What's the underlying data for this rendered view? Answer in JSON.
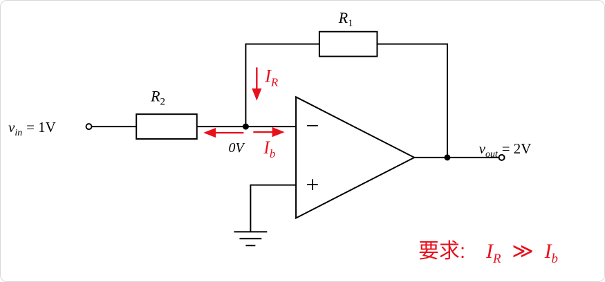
{
  "colors": {
    "accent_red": "#e8101c",
    "wire_black": "#000000",
    "background": "#ffffff",
    "border": "#d8d8d8"
  },
  "circuit": {
    "input": {
      "var": "v",
      "sub": "in",
      "rest": "= 1V"
    },
    "output": {
      "var": "v",
      "sub": "out",
      "rest": "= 2V"
    },
    "r1": {
      "name": "R",
      "sub": "1"
    },
    "r2": {
      "name": "R",
      "sub": "2"
    },
    "opamp": {
      "inverting": "−",
      "noninverting": "+"
    },
    "node_voltage": "0V"
  },
  "currents": {
    "feedback": {
      "name": "I",
      "sub": "R"
    },
    "bias": {
      "name": "I",
      "sub": "b"
    }
  },
  "annotation": {
    "prefix": "要求:",
    "lhs": {
      "name": "I",
      "sub": "R"
    },
    "operator": "≫",
    "rhs": {
      "name": "I",
      "sub": "b"
    }
  }
}
